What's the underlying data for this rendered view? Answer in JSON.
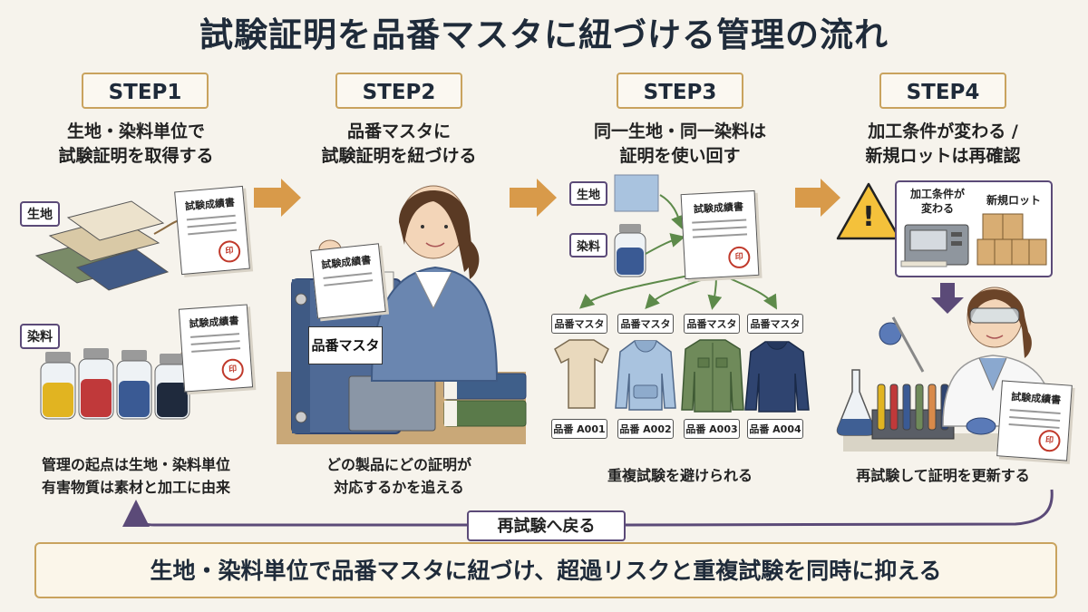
{
  "title": "試験証明を品番マスタに紐づける管理の流れ",
  "steps": [
    {
      "badge": "STEP1",
      "heading_l1": "生地・染料単位で",
      "heading_l2": "試験証明を取得する",
      "caption_l1": "管理の起点は生地・染料単位",
      "caption_l2": "有害物質は素材と加工に由来"
    },
    {
      "badge": "STEP2",
      "heading_l1": "品番マスタに",
      "heading_l2": "試験証明を紐づける",
      "caption_l1": "どの製品にどの証明が",
      "caption_l2": "対応するかを追える"
    },
    {
      "badge": "STEP3",
      "heading_l1": "同一生地・同一染料は",
      "heading_l2": "証明を使い回す",
      "caption_l1": "重複試験を避けられる"
    },
    {
      "badge": "STEP4",
      "heading_l1": "加工条件が変わる /",
      "heading_l2": "新規ロットは再確認",
      "caption_l1": "再試験して証明を更新する"
    }
  ],
  "labels": {
    "fabric": "生地",
    "dye": "染料",
    "test_report": "試験成績書",
    "seal": "印",
    "binder": "品番マスタ",
    "process_change_l1": "加工条件が",
    "process_change_l2": "変わる",
    "new_lot": "新規ロット",
    "warning": "!"
  },
  "products": [
    {
      "master": "品番マスタ",
      "code": "品番 A001",
      "color": "#e9d9bd"
    },
    {
      "master": "品番マスタ",
      "code": "品番 A002",
      "color": "#a9c3df"
    },
    {
      "master": "品番マスタ",
      "code": "品番 A003",
      "color": "#6f8a5a"
    },
    {
      "master": "品番マスタ",
      "code": "品番 A004",
      "color": "#2f4470"
    }
  ],
  "return_label": "再試験へ戻る",
  "banner": "生地・染料単位で品番マスタに紐づけ、超過リスクと重複試験を同時に抑える",
  "colors": {
    "accent": "#c9a35e",
    "arrow": "#d89a4a",
    "purple": "#5b4a78",
    "navy": "#1f2b3a"
  }
}
